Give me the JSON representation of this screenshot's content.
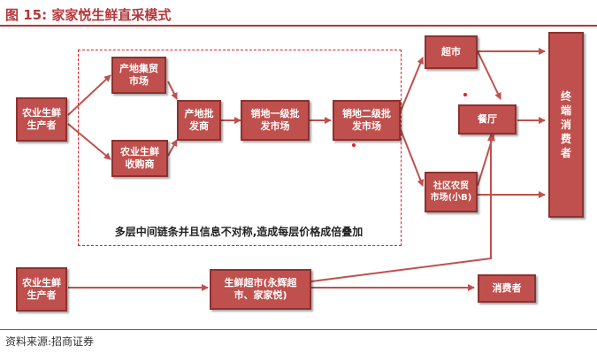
{
  "figure": {
    "title": "图 15:  家家悦生鲜直采模式",
    "source": "资料来源:招商证券"
  },
  "nodes": {
    "farm_producer_top": "农业生鲜生产者",
    "origin_market": "产地集贸市场",
    "farm_purchaser": "农业生鲜收购商",
    "origin_wholesaler": "产地批发商",
    "primary_wholesale": "销地一级批发市场",
    "secondary_wholesale": "销地二级批发市场",
    "supermarket": "超市",
    "restaurant": "餐厅",
    "community_market": "社区农贸市场(小B)",
    "end_consumer": "终端消费者",
    "farm_producer_bottom": "农业生鲜生产者",
    "fresh_supermarket": "生鲜超市(永辉超市、家家悦)",
    "consumer": "消费者"
  },
  "annotation": "多层中间链条并且信息不对称,造成每层价格成倍叠加",
  "colors": {
    "box_fill": "#c0504d",
    "box_border": "#8c3230",
    "dashed_border": "#e0202a",
    "title": "#b5373a"
  }
}
